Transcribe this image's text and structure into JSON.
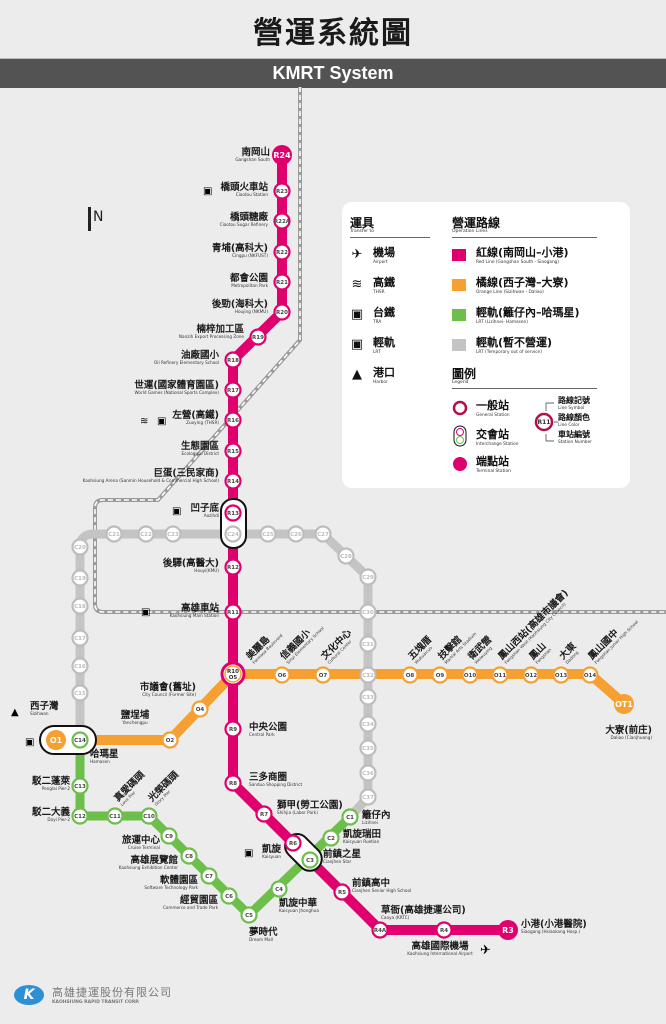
{
  "header": {
    "title": "營運系統圖",
    "subtitle": "KMRT System"
  },
  "compass": "N",
  "colors": {
    "red": "#e0006d",
    "orange": "#f5a031",
    "green": "#6dbf4b",
    "gray": "#c4c4c4"
  },
  "lines": {
    "red": [
      {
        "code": "R24",
        "zh": "南岡山",
        "en": "Gangshan South"
      },
      {
        "code": "R23",
        "zh": "橋頭火車站",
        "en": "Ciaotou Station"
      },
      {
        "code": "R22A",
        "zh": "橋頭糖廠",
        "en": "Ciaotou Sugar Refinery"
      },
      {
        "code": "R22",
        "zh": "青埔(高科大)",
        "en": "Cingpu (NKFUST)"
      },
      {
        "code": "R21",
        "zh": "都會公園",
        "en": "Metropolitan Park"
      },
      {
        "code": "R20",
        "zh": "後勁(海科大)",
        "en": "Houjing (NKMU)"
      },
      {
        "code": "R19",
        "zh": "楠梓加工區",
        "en": "Nanzih Export Processing Zone"
      },
      {
        "code": "R18",
        "zh": "油廠國小",
        "en": "Oil Refinery Elementary School"
      },
      {
        "code": "R17",
        "zh": "世運(國家體育園區)",
        "en": "World Games (National Sports Complex)"
      },
      {
        "code": "R16",
        "zh": "左營(高鐵)",
        "en": "Zuoying (THSR)"
      },
      {
        "code": "R15",
        "zh": "生態園區",
        "en": "Ecological District"
      },
      {
        "code": "R14",
        "zh": "巨蛋(三民家商)",
        "en": "Kaohsiung Arena (Sanmin Household & Commercial High School)"
      },
      {
        "code": "R13",
        "zh": "凹子底",
        "en": "Aozihdi"
      },
      {
        "code": "R12",
        "zh": "後驛(高醫大)",
        "en": "Houyi(KMU)"
      },
      {
        "code": "R11",
        "zh": "高雄車站",
        "en": "Kaohsiung Main Station"
      },
      {
        "code": "R10",
        "zh": "美麗島",
        "en": "Formosa Boulevard"
      },
      {
        "code": "R9",
        "zh": "中央公園",
        "en": "Central Park"
      },
      {
        "code": "R8",
        "zh": "三多商圈",
        "en": "Sanduo Shopping District"
      },
      {
        "code": "R7",
        "zh": "獅甲(勞工公園)",
        "en": "Shihjia (Labor Park)"
      },
      {
        "code": "R6",
        "zh": "凱旋",
        "en": "Kaisyuan"
      },
      {
        "code": "R5",
        "zh": "前鎮高中",
        "en": "Cianjhen Senior High School"
      },
      {
        "code": "R4A",
        "zh": "草衙(高雄捷運公司)",
        "en": "Caoya (KRTC)"
      },
      {
        "code": "R4",
        "zh": "高雄國際機場",
        "en": "Kaohsiung International Airport"
      },
      {
        "code": "R3",
        "zh": "小港(小港醫院)",
        "en": "Siaogang (Hsiaokang Hosp.)"
      }
    ],
    "orange": [
      {
        "code": "O1",
        "zh": "西子灣",
        "en": "Sizihwan"
      },
      {
        "code": "O2",
        "zh": "鹽埕埔",
        "en": "Yanchengpu"
      },
      {
        "code": "O4",
        "zh": "市議會(舊址)",
        "en": "City Council (Former Site)"
      },
      {
        "code": "O5",
        "zh": "",
        "en": ""
      },
      {
        "code": "O6",
        "zh": "信義國小",
        "en": "Sinyi Elementary School"
      },
      {
        "code": "O7",
        "zh": "文化中心",
        "en": "Cultural Center"
      },
      {
        "code": "O8",
        "zh": "五塊厝",
        "en": "Wukuaicuo"
      },
      {
        "code": "O9",
        "zh": "技擊館",
        "en": "Martial Arts Stadium"
      },
      {
        "code": "O10",
        "zh": "衛武營",
        "en": "Weiwuying"
      },
      {
        "code": "O11",
        "zh": "鳳山西站(高雄市議會)",
        "en": "Fongshan West (Kaohsiung City Council)"
      },
      {
        "code": "O12",
        "zh": "鳳山",
        "en": "Fongshan"
      },
      {
        "code": "O13",
        "zh": "大東",
        "en": "Dadong"
      },
      {
        "code": "O14",
        "zh": "鳳山國中",
        "en": "Fongshan Junior High School"
      },
      {
        "code": "OT1",
        "zh": "大寮(前庄)",
        "en": "Daliao (Cianjhuang)"
      }
    ],
    "green": [
      {
        "code": "C14",
        "zh": "哈瑪星",
        "en": "Hamasen"
      },
      {
        "code": "C13",
        "zh": "駁二蓬萊",
        "en": "Penglai Pier-2"
      },
      {
        "code": "C12",
        "zh": "駁二大義",
        "en": "Dayi Pier-2"
      },
      {
        "code": "C11",
        "zh": "真愛碼頭",
        "en": "Love Pier"
      },
      {
        "code": "C10",
        "zh": "光榮碼頭",
        "en": "Glory Pier"
      },
      {
        "code": "C9",
        "zh": "旅運中心",
        "en": "Cruise Terminal"
      },
      {
        "code": "C8",
        "zh": "高雄展覽館",
        "en": "Kaohsiung Exhibition Center"
      },
      {
        "code": "C7",
        "zh": "軟體園區",
        "en": "Software Technology Park"
      },
      {
        "code": "C6",
        "zh": "經貿園區",
        "en": "Commerce and Trade Park"
      },
      {
        "code": "C5",
        "zh": "夢時代",
        "en": "Dream Mall"
      },
      {
        "code": "C4",
        "zh": "凱旋中華",
        "en": "Kaisyuan Jhonghua"
      },
      {
        "code": "C3",
        "zh": "前鎮之星",
        "en": "Cianjhen Star"
      },
      {
        "code": "C2",
        "zh": "凱旋瑞田",
        "en": "Kaisyuan Ruetian"
      },
      {
        "code": "C1",
        "zh": "籬仔內",
        "en": "Lizihnei"
      }
    ],
    "gray": [
      {
        "code": "C15"
      },
      {
        "code": "C16"
      },
      {
        "code": "C17"
      },
      {
        "code": "C18"
      },
      {
        "code": "C19"
      },
      {
        "code": "C20"
      },
      {
        "code": "C21"
      },
      {
        "code": "C22"
      },
      {
        "code": "C23"
      },
      {
        "code": "C24"
      },
      {
        "code": "C25"
      },
      {
        "code": "C26"
      },
      {
        "code": "C27"
      },
      {
        "code": "C28"
      },
      {
        "code": "C29"
      },
      {
        "code": "C30"
      },
      {
        "code": "C31"
      },
      {
        "code": "C32"
      },
      {
        "code": "C33"
      },
      {
        "code": "C34"
      },
      {
        "code": "C35"
      },
      {
        "code": "C36"
      },
      {
        "code": "C37"
      }
    ]
  },
  "legend": {
    "transfer": {
      "title": "運具",
      "subtitle": "Transfer to",
      "items": [
        {
          "zh": "機場",
          "en": "Airport",
          "icon": "airplane-icon"
        },
        {
          "zh": "高鐵",
          "en": "THSR",
          "icon": "thsr-icon"
        },
        {
          "zh": "台鐵",
          "en": "TRA",
          "icon": "tra-icon"
        },
        {
          "zh": "輕軌",
          "en": "LRT",
          "icon": "lrt-icon"
        },
        {
          "zh": "港口",
          "en": "Harbor",
          "icon": "harbor-icon"
        }
      ]
    },
    "operation": {
      "title": "營運路線",
      "subtitle": "Operation Lines",
      "items": [
        {
          "zh": "紅線(南岡山–小港)",
          "en": "Red Line (Gangshan South - Siaogang)",
          "color": "#e0006d"
        },
        {
          "zh": "橘線(西子灣–大寮)",
          "en": "Orange Line (Sizihwan - Daliao)",
          "color": "#f5a031"
        },
        {
          "zh": "輕軌(籬仔內–哈瑪星)",
          "en": "LRT (Lizihnei- Hamasen)",
          "color": "#6dbf4b"
        },
        {
          "zh": "輕軌(暫不營運)",
          "en": "LRT (Temporary out of service)",
          "color": "#c4c4c4"
        }
      ]
    },
    "legend": {
      "title": "圖例",
      "subtitle": "Legend",
      "items": [
        {
          "zh": "一般站",
          "en": "General Station"
        },
        {
          "zh": "交會站",
          "en": "Interchange Station"
        },
        {
          "zh": "端點站",
          "en": "Terminal Station"
        }
      ],
      "sample_code": "R11",
      "parts": [
        {
          "zh": "路線記號",
          "en": "Line Symbol"
        },
        {
          "zh": "路線顏色",
          "en": "Line Color"
        },
        {
          "zh": "車站編號",
          "en": "Station Number"
        }
      ]
    }
  },
  "footer": {
    "company_zh": "高雄捷運股份有限公司",
    "company_en": "KAOHSIUNG RAPID TRANSIT CORP.",
    "logo_letter": "K"
  }
}
